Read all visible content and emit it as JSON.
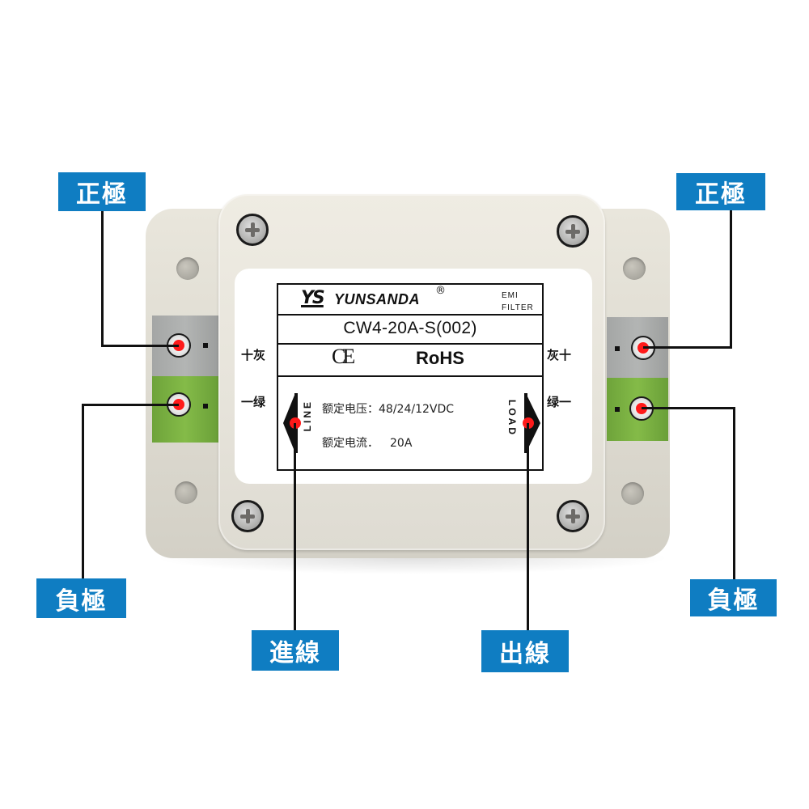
{
  "product": {
    "brand_logo": "YS",
    "brand_name": "YUNSANDA",
    "registered_mark": "®",
    "type_line1": "EMI",
    "type_line2": "FILTER",
    "model": "CW4-20A-S(002)",
    "certifications": {
      "ce": "CE",
      "rohs": "RoHS"
    },
    "specs": [
      {
        "label": "额定电压：",
        "value": "48/24/12VDC"
      },
      {
        "label": "额定电流．",
        "value": "20A"
      }
    ],
    "line_side_text": "LINE",
    "load_side_text": "LOAD"
  },
  "terminals": {
    "left_plus": "十灰",
    "left_minus": "一绿",
    "right_plus": "灰十",
    "right_minus": "绿一"
  },
  "callouts": {
    "positive_left": "正極",
    "positive_right": "正極",
    "negative_left": "負極",
    "negative_right": "負極",
    "input_line": "進線",
    "output_line": "出線"
  },
  "colors": {
    "callout_bg": "#0f7dc2",
    "callout_text": "#ffffff",
    "terminal_gray": "#a8aaa9",
    "terminal_green": "#7ab342",
    "marker_red": "#ff1a1a",
    "housing": "#e6e3da"
  }
}
